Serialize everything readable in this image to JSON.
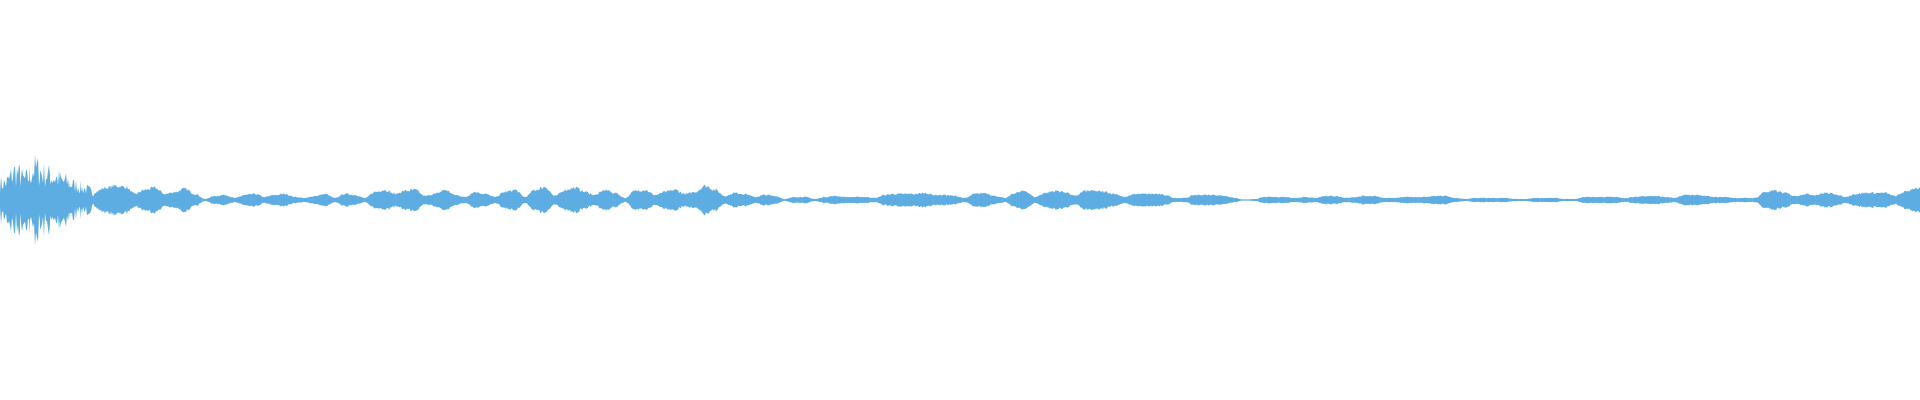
{
  "chart_data": {
    "type": "area",
    "title": "",
    "xlabel": "",
    "ylabel": "",
    "ylim": [
      -100,
      100
    ],
    "grid": false,
    "legend": "none",
    "color": "#5dade2",
    "background": "#ffffff",
    "series": [
      {
        "envelope_percent": [
          9,
          15,
          11,
          17,
          14,
          12,
          10,
          8,
          6,
          4,
          6,
          7,
          6.5,
          3,
          5,
          6,
          3,
          4,
          5.5,
          3,
          0.5,
          2,
          2.5,
          1,
          2.5,
          3,
          1.5,
          2.5,
          3,
          1.5,
          1,
          2,
          3,
          1,
          3,
          2.5,
          1,
          4,
          5,
          3,
          4.5,
          5,
          2,
          3,
          5,
          2.5,
          1.5,
          4,
          3,
          1.5,
          4,
          5,
          1.5,
          5,
          6.5,
          2,
          5,
          6,
          4,
          2.5,
          5,
          3.5,
          1,
          4.5,
          5,
          2.5,
          4,
          5,
          3,
          4,
          7,
          5,
          2,
          3.5,
          3,
          1.5,
          2.5,
          2,
          0.5,
          1.5,
          1.5,
          0.5,
          1.5,
          2,
          1.5,
          1.5,
          1.5,
          1,
          2.5,
          3,
          3,
          3,
          3.5,
          2.5,
          2.5,
          2,
          1,
          3,
          3.5,
          2,
          1,
          3.5,
          4.5,
          1.5,
          3.5,
          4.5,
          4,
          2,
          4.5,
          4.5,
          4,
          3,
          1.5,
          3,
          3,
          3,
          2.5,
          1,
          1,
          2.5,
          2.5,
          2.5,
          2,
          1,
          0,
          0.5,
          1.5,
          1.5,
          1.5,
          1,
          1.5,
          1,
          2,
          2,
          1,
          1.5,
          2,
          2,
          1,
          1,
          1.5,
          1.5,
          1.5,
          2,
          2,
          1,
          0.5,
          1,
          1,
          1,
          1,
          0.5,
          0.5,
          1,
          1,
          1,
          0.5,
          0.5,
          1.5,
          1.5,
          1.5,
          1.5,
          1,
          1.5,
          2,
          2,
          1.5,
          1,
          2.5,
          2.5,
          2,
          1.5,
          1.5,
          1,
          1,
          1,
          4,
          4.5,
          3.5,
          2,
          3,
          2.5,
          3.5,
          3,
          1.5,
          3,
          3.5,
          3.5,
          3.5,
          2,
          4,
          6
        ]
      }
    ]
  }
}
